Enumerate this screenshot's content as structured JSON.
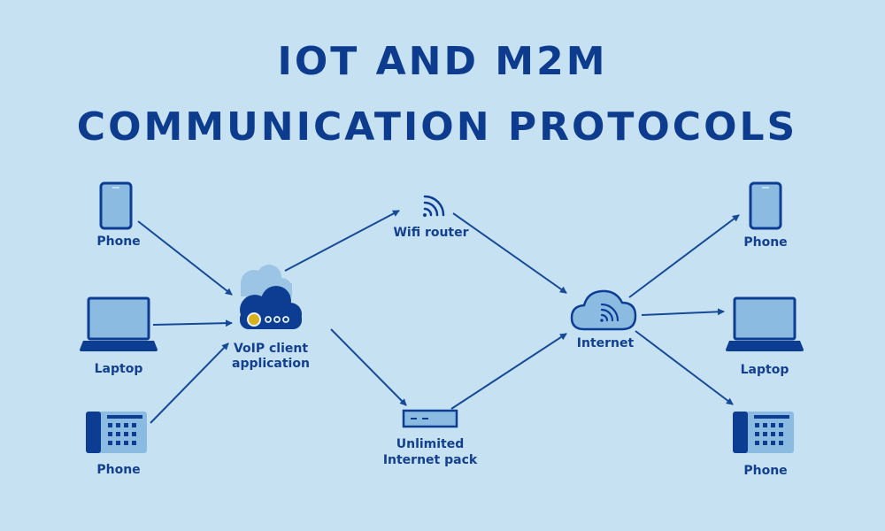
{
  "title": {
    "line1": "IOT AND M2M",
    "line2": "COMMUNICATION PROTOCOLS"
  },
  "colors": {
    "background": "#c6e1f2",
    "primary": "#0d3b8e",
    "light": "#8cbbe2",
    "accent": "#d9b21b"
  },
  "left_devices": [
    {
      "label": "Phone",
      "icon": "smartphone-icon"
    },
    {
      "label": "Laptop",
      "icon": "laptop-icon"
    },
    {
      "label": "Phone",
      "icon": "desk-phone-icon"
    }
  ],
  "voip": {
    "line1": "VoIP client",
    "line2": "application",
    "icon": "cloud-voip-icon"
  },
  "wifi": {
    "label": "Wifi router",
    "icon": "wifi-icon"
  },
  "pack": {
    "line1": "Unlimited",
    "line2": "Internet pack",
    "icon": "modem-icon"
  },
  "internet": {
    "label": "Internet",
    "icon": "cloud-wifi-icon"
  },
  "right_devices": [
    {
      "label": "Phone",
      "icon": "smartphone-icon"
    },
    {
      "label": "Laptop",
      "icon": "laptop-icon"
    },
    {
      "label": "Phone",
      "icon": "desk-phone-icon"
    }
  ]
}
